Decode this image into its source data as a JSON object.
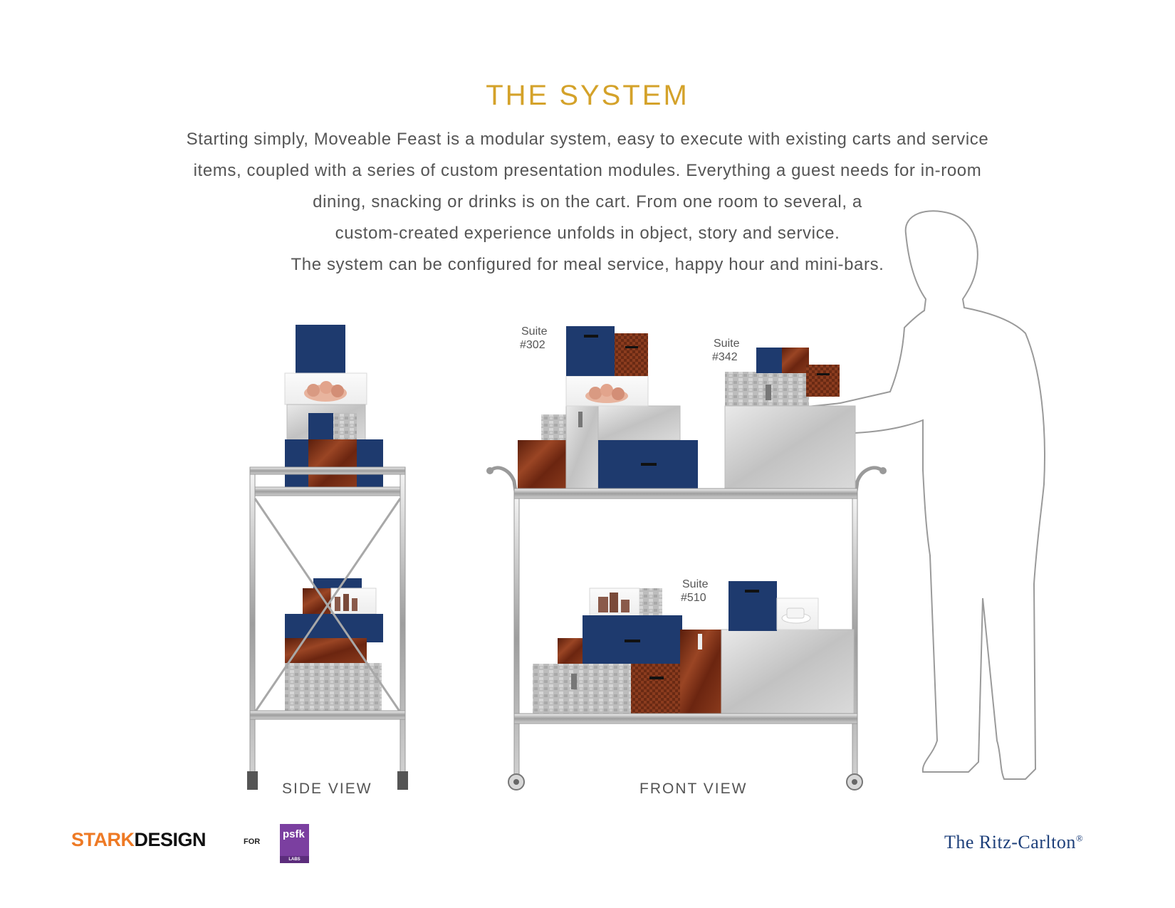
{
  "title": "THE SYSTEM",
  "description": [
    "Starting simply, Moveable Feast is a modular system, easy to execute with existing carts and service",
    "items, coupled with a series of custom presentation modules. Everything a guest needs for in-room",
    "dining, snacking or drinks is on the cart. From one room to several, a",
    "custom-created experience unfolds in object, story and service.",
    "The system can be configured for meal service, happy hour and mini-bars."
  ],
  "side_view_label": "SIDE VIEW",
  "front_view_label": "FRONT VIEW",
  "suites": [
    {
      "line1": "Suite",
      "line2": "#302"
    },
    {
      "line1": "Suite",
      "line2": "#342"
    },
    {
      "line1": "Suite",
      "line2": "#510"
    }
  ],
  "logos": {
    "stark_part1": "STARK",
    "stark_part2": "DESIGN",
    "for": "FOR",
    "psfk": "psfk",
    "psfk_sub": "LABS",
    "ritz": "The Ritz-Carlton",
    "ritz_mark": "®"
  },
  "colors": {
    "title": "#d4a22a",
    "navy": "#1e3a6e",
    "wood": "#7a2e16",
    "steel": "#c9c9c9",
    "stark_orange": "#ee7a25",
    "psfk_purple": "#7b3fa0",
    "ritz_blue": "#1d3f7a"
  }
}
